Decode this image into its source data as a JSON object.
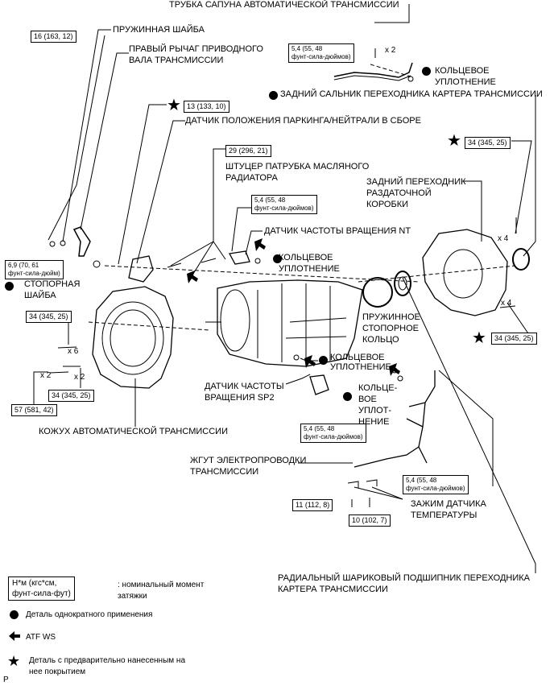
{
  "labels": {
    "breather_tube": "ТРУБКА САПУНА АВТОМАТИЧЕСКОЙ ТРАНСМИССИИ",
    "spring_washer": "ПРУЖИННАЯ ШАЙБА",
    "lever_l1": "ПРАВЫЙ РЫЧАГ ПРИВОДНОГО",
    "lever_l2": "ВАЛА ТРАНСМИССИИ",
    "oring_top_l1": "КОЛЬЦЕВОЕ",
    "oring_top_l2": "УПЛОТНЕНИЕ",
    "rear_seal": "ЗАДНИЙ САЛЬНИК ПЕРЕХОДНИКА КАРТЕРА ТРАНСМИССИИ",
    "pn_switch": "ДАТЧИК ПОЛОЖЕНИЯ ПАРКИНГА/НЕЙТРАЛИ В СБОРЕ",
    "cooler_l1": "ШТУЦЕР ПАТРУБКА МАСЛЯНОГО",
    "cooler_l2": "РАДИАТОРА",
    "adapter_l1": "ЗАДНИЙ ПЕРЕХОДНИК",
    "adapter_l2": "РАЗДАТОЧНОЙ",
    "adapter_l3": "КОРОБКИ",
    "nt_sensor": "ДАТЧИК ЧАСТОТЫ ВРАЩЕНИЯ NT",
    "oring_mid_l1": "КОЛЬЦЕВОЕ",
    "oring_mid_l2": "УПЛОТНЕНИЕ",
    "lock_washer_l1": "СТОПОРНАЯ",
    "lock_washer_l2": "ШАЙБА",
    "snap_l1": "ПРУЖИННОЕ",
    "snap_l2": "СТОПОРНОЕ",
    "snap_l3": "КОЛЬЦО",
    "oring_low": "КОЛЬЦЕВОЕ",
    "oring_low2": "УПЛОТНЕНИЕ",
    "sp2_l1": "ДАТЧИК ЧАСТОТЫ",
    "sp2_l2": "ВРАЩЕНИЯ SP2",
    "oring_v1": "КОЛЬЦЕ-",
    "oring_v2": "ВОЕ",
    "oring_v3": "УПЛОТ-",
    "oring_v4": "НЕНИЕ",
    "housing": "КОЖУХ АВТОМАТИЧЕСКОЙ ТРАНСМИССИИ",
    "harness_l1": "ЖГУТ ЭЛЕКТРОПРОВОДКИ",
    "harness_l2": "ТРАНСМИССИИ",
    "clamp_l1": "ЗАЖИМ ДАТЧИКА",
    "clamp_l2": "ТЕМПЕРАТУРЫ",
    "bearing_l1": "РАДИАЛЬНЫЙ ШАРИКОВЫЙ ПОДШИПНИК ПЕРЕХОДНИКА",
    "bearing_l2": "КАРТЕРА ТРАНСМИССИИ"
  },
  "torques": {
    "t16": "16 (163, 12)",
    "t54_top_l1": "5,4 (55, 48",
    "t54_top_l2": "фунт-сила-дюймов)",
    "t13": "13 (133, 10)",
    "t29": "29 (296, 21)",
    "t34_right_top": "34 (345, 25)",
    "t54_nt_l1": "5,4 (55, 48",
    "t54_nt_l2": "фунт-сила-дюймов)",
    "t69_l1": "6,9 (70, 61",
    "t69_l2": "фунт-сила-дюйм)",
    "t34_left_top": "34 (345, 25)",
    "t34_left_bot": "34 (345, 25)",
    "t57": "57 (581, 42)",
    "t34_right_bot": "34 (345, 25)",
    "t54_sp2_l1": "5,4 (55, 48",
    "t54_sp2_l2": "фунт-сила-дюймов)",
    "t54_har_l1": "5,4 (55, 48",
    "t54_har_l2": "фунт-сила-дюймов)",
    "t11": "11 (112, 8)",
    "t10": "10 (102, 7)"
  },
  "qty": {
    "x2_top": "x 2",
    "x4_top": "x 4",
    "x4_bot": "x 4",
    "x6": "x 6",
    "x2_a": "x 2",
    "x2_b": "x 2"
  },
  "legend": {
    "unit_l1": "Н*м (кгс*см,",
    "unit_l2": "фунт-сила-фут)",
    "unit_desc_l1": ": номинальный момент",
    "unit_desc_l2": "затяжки",
    "one_time": "Деталь однократного применения",
    "atf": "ATF WS",
    "precoat_l1": "Деталь с предварительно нанесенным на",
    "precoat_l2": "нее покрытием"
  },
  "footer_letter": "P"
}
